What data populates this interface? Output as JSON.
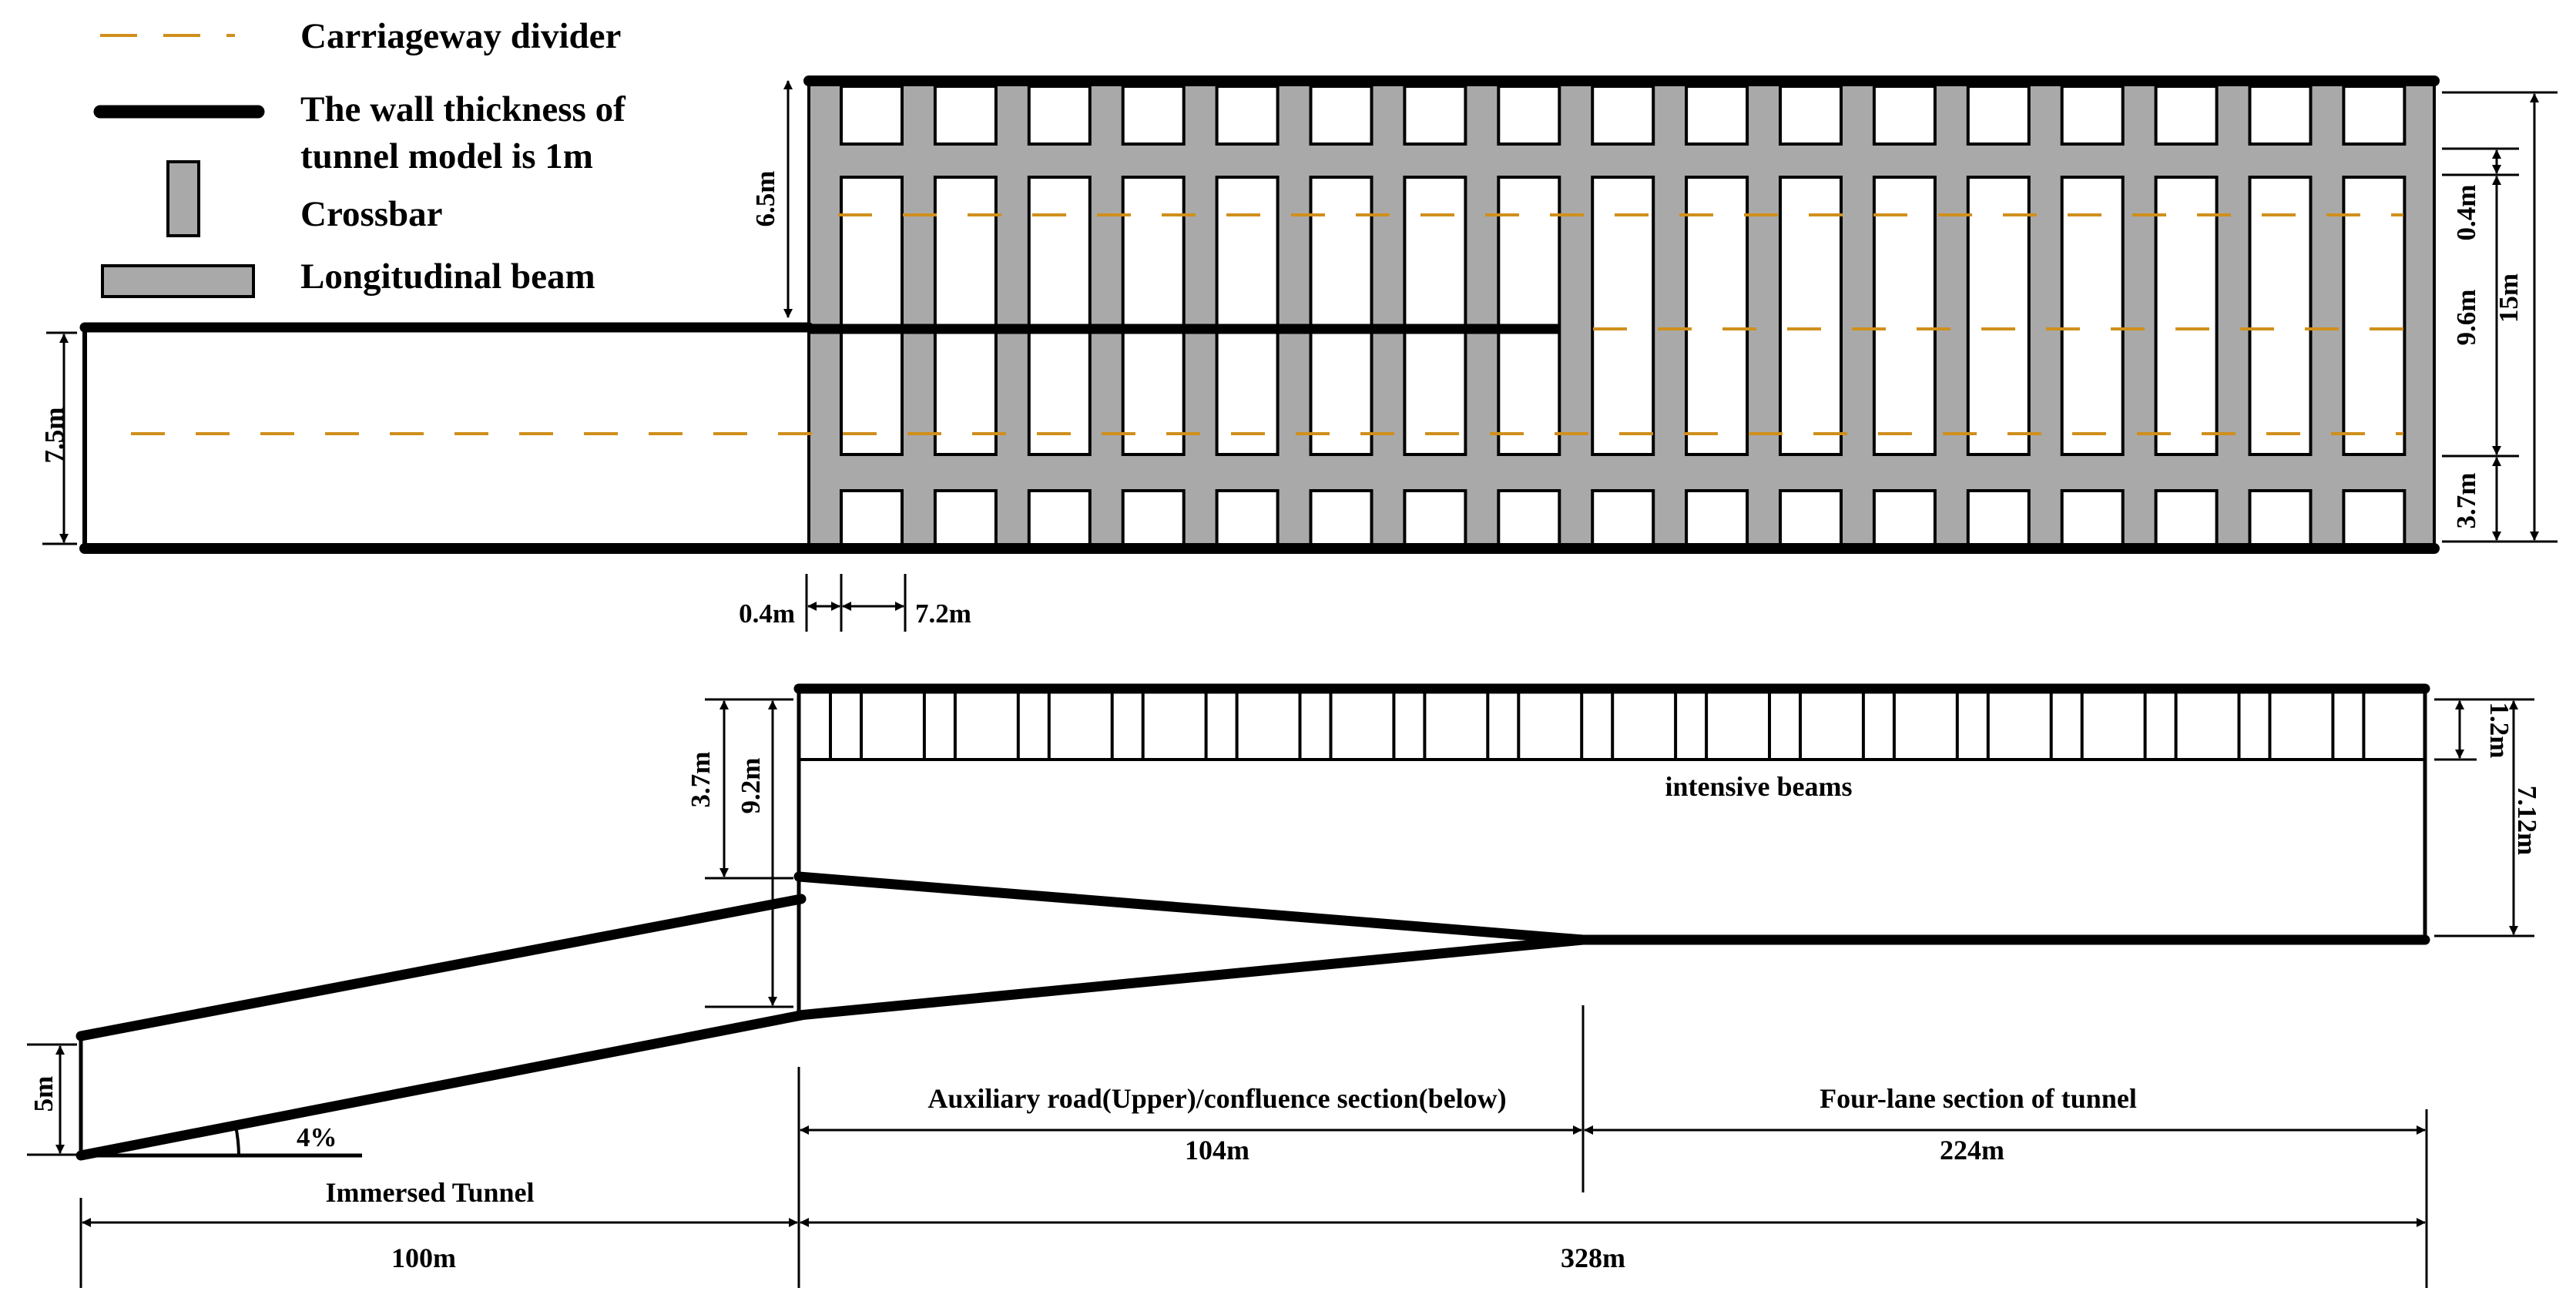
{
  "legend": {
    "divider_label": "Carriageway divider",
    "wall_label_1": "The wall thickness of",
    "wall_label_2": "tunnel model is 1m",
    "crossbar_label": "Crossbar",
    "beam_label": "Longitudinal beam"
  },
  "colors": {
    "divider": "#d08f1c",
    "beam_fill": "#a9a9a9",
    "wall": "#000000"
  },
  "plan_view": {
    "dim_6_5": "6.5m",
    "dim_7_5": "7.5m",
    "dim_0_4_bottom": "0.4m",
    "dim_7_2": "7.2m",
    "dim_0_4_right": "0.4m",
    "dim_9_6": "9.6m",
    "dim_15": "15m",
    "dim_3_7_right": "3.7m"
  },
  "section_view": {
    "dim_3_7": "3.7m",
    "dim_9_2": "9.2m",
    "dim_1_2": "1.2m",
    "dim_7_12": "7.12m",
    "dim_5": "5m",
    "slope": "4%",
    "intensive_beams": "intensive beams",
    "immersed_tunnel": "Immersed Tunnel",
    "auxiliary_label": "Auxiliary road(Upper)/confluence section(below)",
    "four_lane_label": "Four-lane section of tunnel",
    "len_104": "104m",
    "len_224": "224m",
    "len_100": "100m",
    "len_328": "328m"
  }
}
